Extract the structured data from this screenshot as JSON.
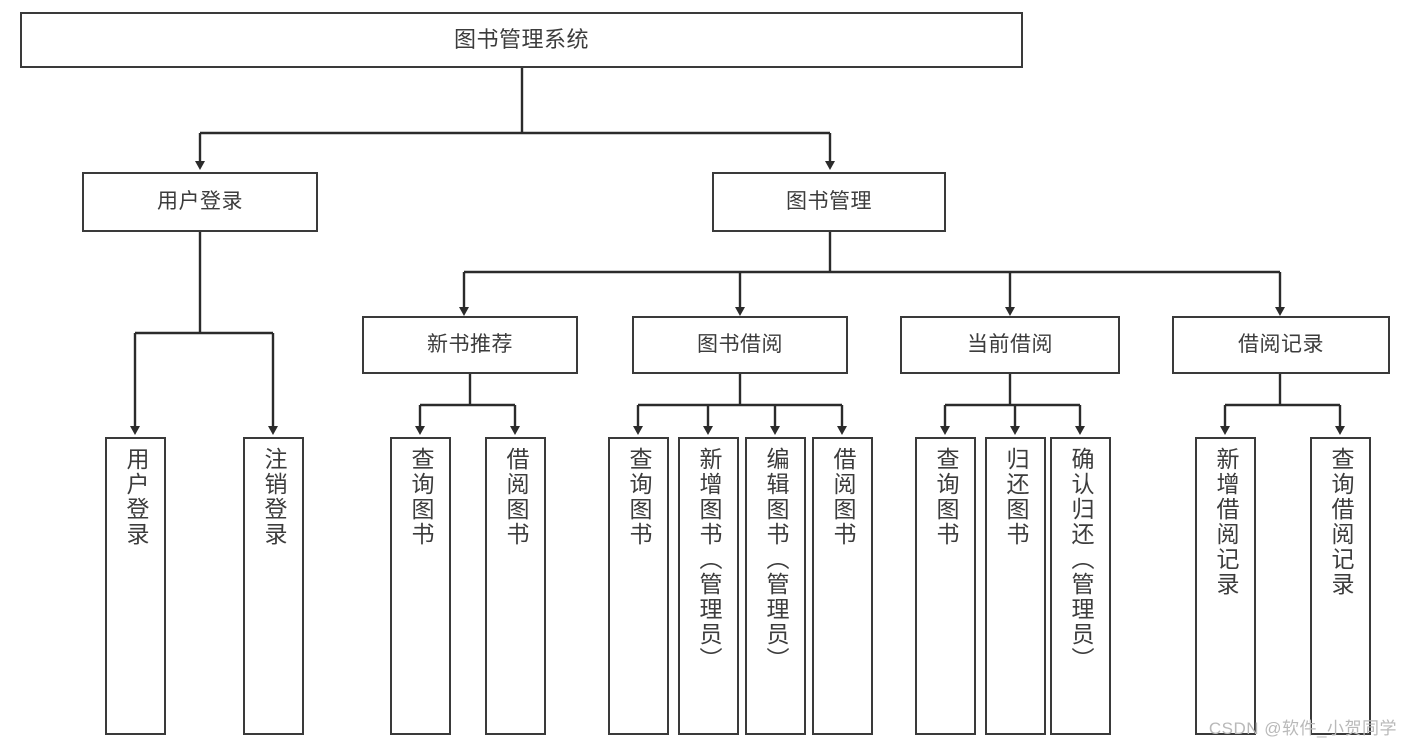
{
  "diagram": {
    "title": "图书管理系统",
    "watermark": "CSDN @软件_小贺同学",
    "colors": {
      "background": "#ffffff",
      "node_border": "#3a3a3a",
      "node_fill": "#ffffff",
      "edge": "#2b2b2b",
      "text": "#3c3c3c",
      "watermark": "#b9b9b9"
    },
    "root": {
      "label": "图书管理系统"
    },
    "level1": [
      {
        "label": "用户登录"
      },
      {
        "label": "图书管理"
      }
    ],
    "level2": [
      {
        "label": "新书推荐"
      },
      {
        "label": "图书借阅"
      },
      {
        "label": "当前借阅"
      },
      {
        "label": "借阅记录"
      }
    ],
    "leaves": {
      "user_login": [
        {
          "label": "用户登录"
        },
        {
          "label": "注销登录"
        }
      ],
      "new_book_recommend": [
        {
          "label": "查询图书"
        },
        {
          "label": "借阅图书"
        }
      ],
      "book_borrow": [
        {
          "label": "查询图书"
        },
        {
          "label": "新增图书（管理员）"
        },
        {
          "label": "编辑图书（管理员）"
        },
        {
          "label": "借阅图书"
        }
      ],
      "current_borrow": [
        {
          "label": "查询图书"
        },
        {
          "label": "归还图书"
        },
        {
          "label": "确认归还（管理员）"
        }
      ],
      "borrow_record": [
        {
          "label": "新增借阅记录"
        },
        {
          "label": "查询借阅记录"
        }
      ]
    }
  }
}
